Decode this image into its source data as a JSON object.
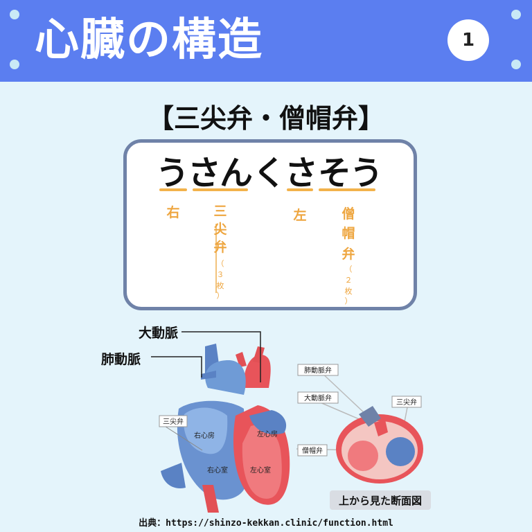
{
  "header": {
    "title": "心臓の構造",
    "page_number": "1"
  },
  "section_title": "【三尖弁・僧帽弁】",
  "mnemonic": {
    "kana": [
      "う",
      "さ",
      "ん",
      "く",
      "さ",
      "そ",
      "う"
    ],
    "glosses": {
      "right": "右",
      "tricuspid_1": "三",
      "tricuspid_2": "尖",
      "tricuspid_3": "弁",
      "tricuspid_count_open": "（",
      "tricuspid_count_num": "３",
      "tricuspid_count_unit": "枚",
      "tricuspid_count_close": "）",
      "left": "左",
      "mitral_1": "僧",
      "mitral_2": "帽",
      "mitral_3": "弁",
      "mitral_count_open": "（",
      "mitral_count_num": "２",
      "mitral_count_unit": "枚",
      "mitral_count_close": "）"
    }
  },
  "diagram": {
    "labels": {
      "aorta": "大動脈",
      "pulmonary_artery": "肺動脈",
      "tricuspid_valve": "三尖弁",
      "right_atrium": "右心房",
      "left_atrium": "左心房",
      "right_ventricle": "右心室",
      "left_ventricle": "左心室",
      "pulmonary_valve": "肺動脈弁",
      "aortic_valve": "大動脈弁",
      "mitral_valve": "僧帽弁",
      "cross_tricuspid": "三尖弁"
    },
    "caption": "上から見た断面図"
  },
  "source": {
    "label": "出典：",
    "url": "https://shinzo-kekkan.clinic/function.html"
  },
  "colors": {
    "header_bg": "#5b7ef0",
    "page_bg": "#e4f4fb",
    "accent_orange": "#f2b24b",
    "card_border": "#6f82a8",
    "artery_red": "#e8545a",
    "vein_blue": "#5a82c4"
  }
}
